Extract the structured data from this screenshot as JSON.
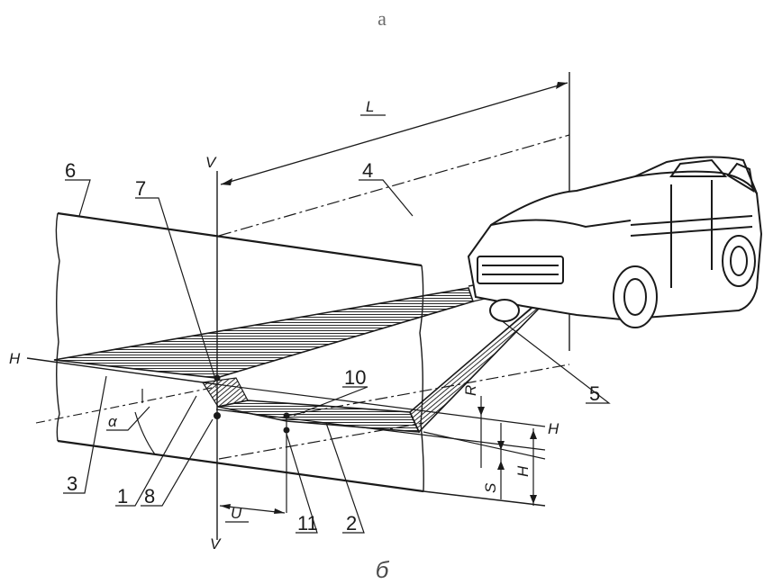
{
  "captions": {
    "top": "а",
    "bottom": "б"
  },
  "labels": {
    "n1": "1",
    "n2": "2",
    "n3": "3",
    "n4": "4",
    "n5": "5",
    "n6": "6",
    "n7": "7",
    "n8": "8",
    "n10": "10",
    "n11": "11",
    "L": "L",
    "U": "U",
    "R": "R",
    "S": "S",
    "H": "H",
    "alpha": "α",
    "V_top": "V",
    "V_bottom": "V",
    "H_left": "H",
    "H_right": "H"
  }
}
